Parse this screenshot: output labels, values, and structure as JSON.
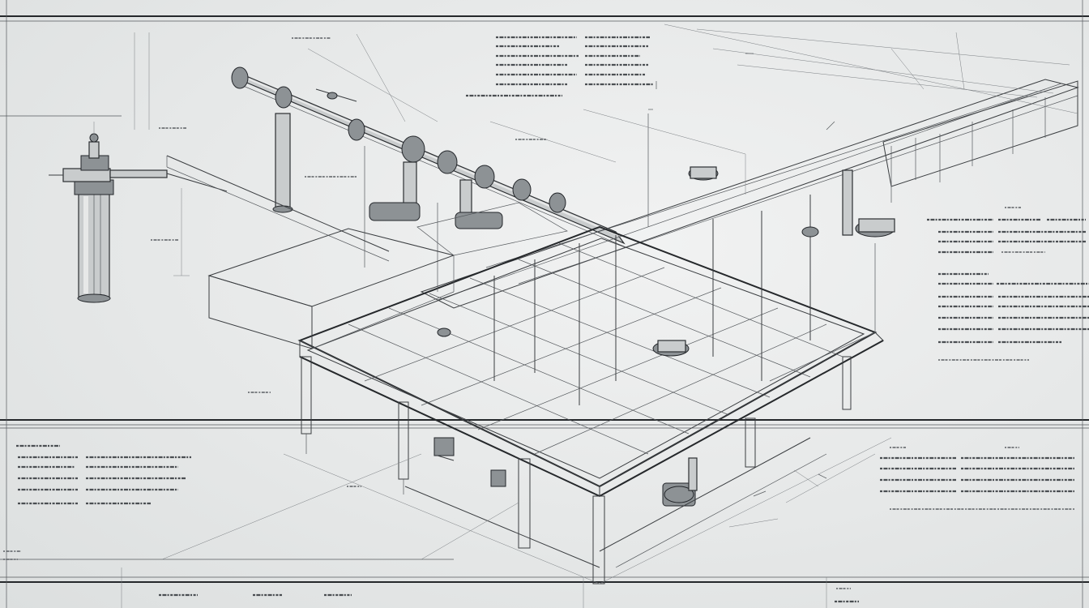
{
  "drawing": {
    "kind": "isometric piping and steel structure blueprint",
    "palette": {
      "paper": "#e7e9e9",
      "ink": "#2b2e31",
      "pipe_fill": "#c9cccd",
      "flange_fill": "#8d9295"
    },
    "text_blocks": [
      {
        "id": "top-center-notes",
        "lines": 7
      },
      {
        "id": "right-upper-notes",
        "lines": 4
      },
      {
        "id": "right-middle-notes",
        "lines": 7
      },
      {
        "id": "right-lower-notes",
        "lines": 5
      },
      {
        "id": "left-lower-notes",
        "lines": 5
      },
      {
        "id": "bottom-title-strip",
        "lines": 1
      }
    ],
    "icons": [
      "valve-icon",
      "pump-icon",
      "pipe-run",
      "flange-icon"
    ]
  }
}
